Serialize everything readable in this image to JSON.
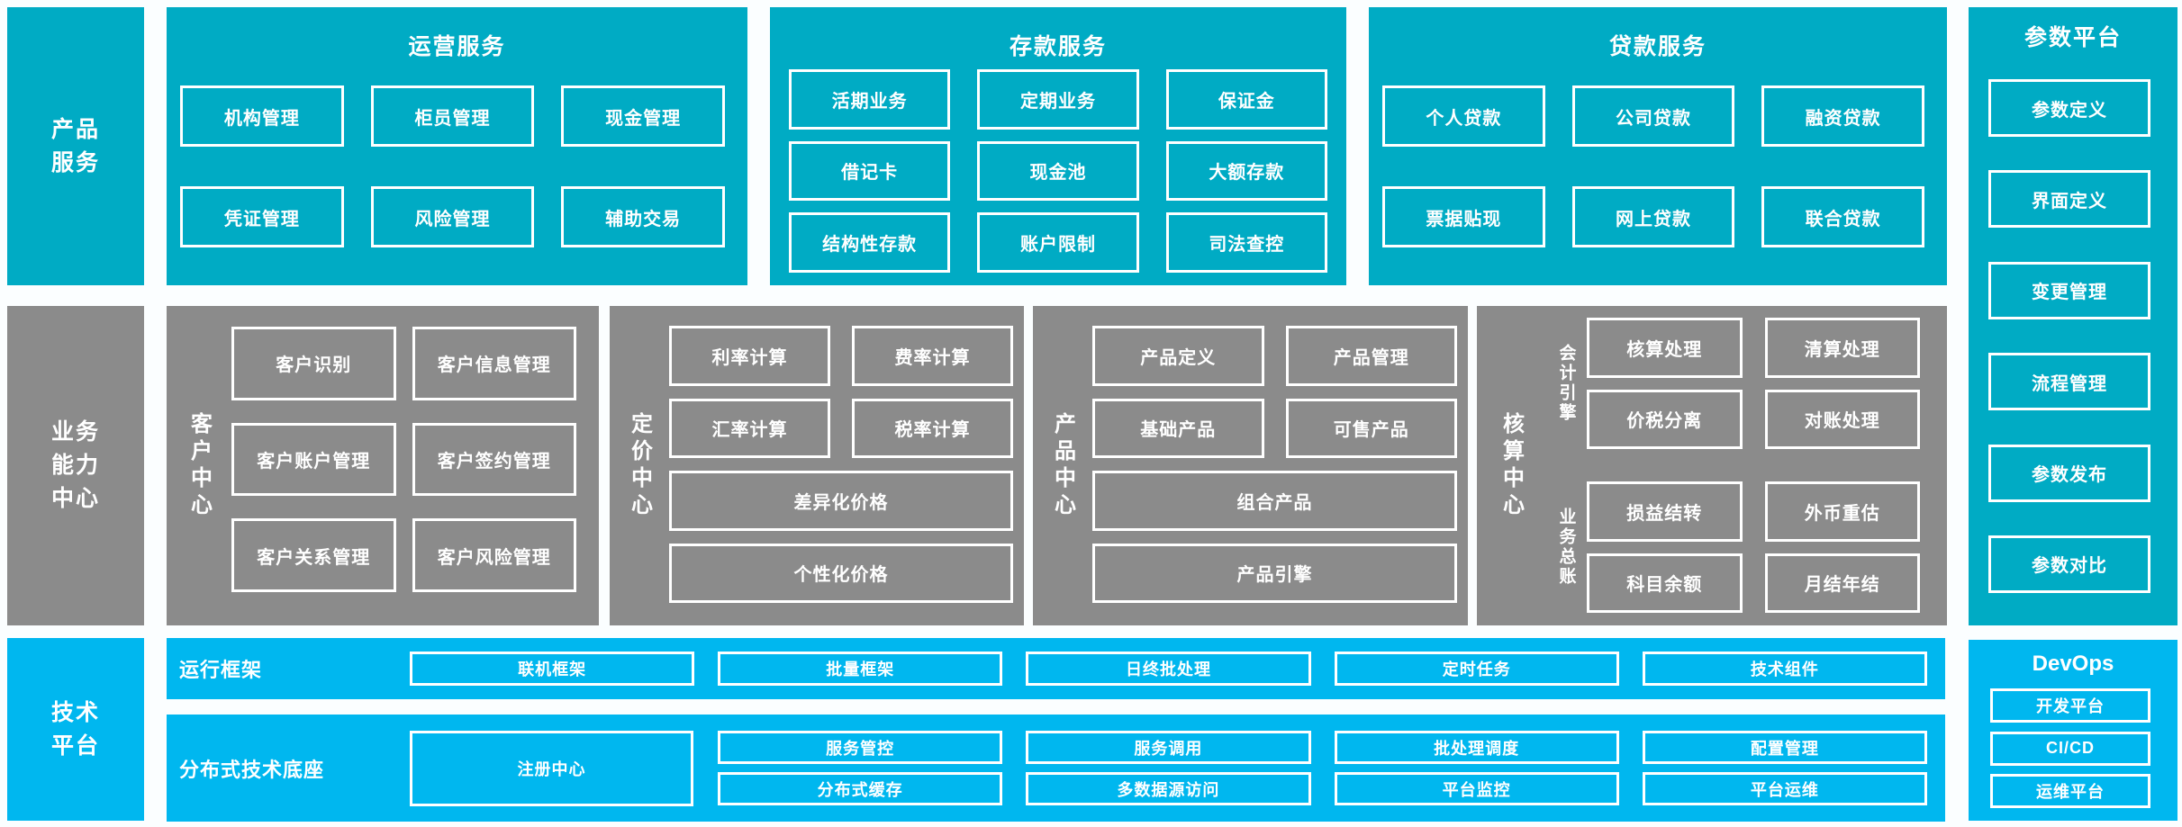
{
  "colors": {
    "teal": "#00abc4",
    "gray": "#8b8b8b",
    "cyan": "#00b7ef",
    "background": "#fbfeff",
    "box_border": "#ffffff",
    "text": "#ffffff"
  },
  "left_labels": {
    "product_services": [
      "产品",
      "服务"
    ],
    "business_capability": [
      "业务",
      "能力",
      "中心"
    ],
    "technology_platform": [
      "技术",
      "平台"
    ]
  },
  "top_sections": [
    {
      "title": "运营服务",
      "items": [
        "机构管理",
        "柜员管理",
        "现金管理",
        "凭证管理",
        "风险管理",
        "辅助交易"
      ]
    },
    {
      "title": "存款服务",
      "items": [
        "活期业务",
        "定期业务",
        "保证金",
        "借记卡",
        "现金池",
        "大额存款",
        "结构性存款",
        "账户限制",
        "司法查控"
      ]
    },
    {
      "title": "贷款服务",
      "items": [
        "个人贷款",
        "公司贷款",
        "融资贷款",
        "票据贴现",
        "网上贷款",
        "联合贷款"
      ]
    }
  ],
  "param_platform": {
    "title": "参数平台",
    "items": [
      "参数定义",
      "界面定义",
      "变更管理",
      "流程管理",
      "参数发布",
      "参数对比"
    ]
  },
  "middle_sections": [
    {
      "title": "客户中心",
      "items": [
        "客户识别",
        "客户信息管理",
        "客户账户管理",
        "客户签约管理",
        "客户关系管理",
        "客户风险管理"
      ]
    },
    {
      "title": "定价中心",
      "items": [
        "利率计算",
        "费率计算",
        "汇率计算",
        "税率计算"
      ],
      "wide_items": [
        "差异化价格",
        "个性化价格"
      ]
    },
    {
      "title": "产品中心",
      "items": [
        "产品定义",
        "产品管理",
        "基础产品",
        "可售产品"
      ],
      "wide_items": [
        "组合产品",
        "产品引擎"
      ]
    },
    {
      "title": "核算中心",
      "groups": [
        {
          "label": "会计引擎",
          "items": [
            "核算处理",
            "清算处理",
            "价税分离",
            "对账处理"
          ]
        },
        {
          "label": "业务总账",
          "items": [
            "损益结转",
            "外币重估",
            "科目余额",
            "月结年结"
          ]
        }
      ]
    }
  ],
  "bottom": {
    "runtime_framework": {
      "title": "运行框架",
      "items": [
        "联机框架",
        "批量框架",
        "日终批处理",
        "定时任务",
        "技术组件"
      ]
    },
    "distributed_base": {
      "title": "分布式技术底座",
      "registry": "注册中心",
      "items": [
        "服务管控",
        "服务调用",
        "批处理调度",
        "配置管理",
        "分布式缓存",
        "多数据源访问",
        "平台监控",
        "平台运维"
      ]
    },
    "devops": {
      "title": "DevOps",
      "items": [
        "开发平台",
        "CI/CD",
        "运维平台"
      ]
    }
  }
}
